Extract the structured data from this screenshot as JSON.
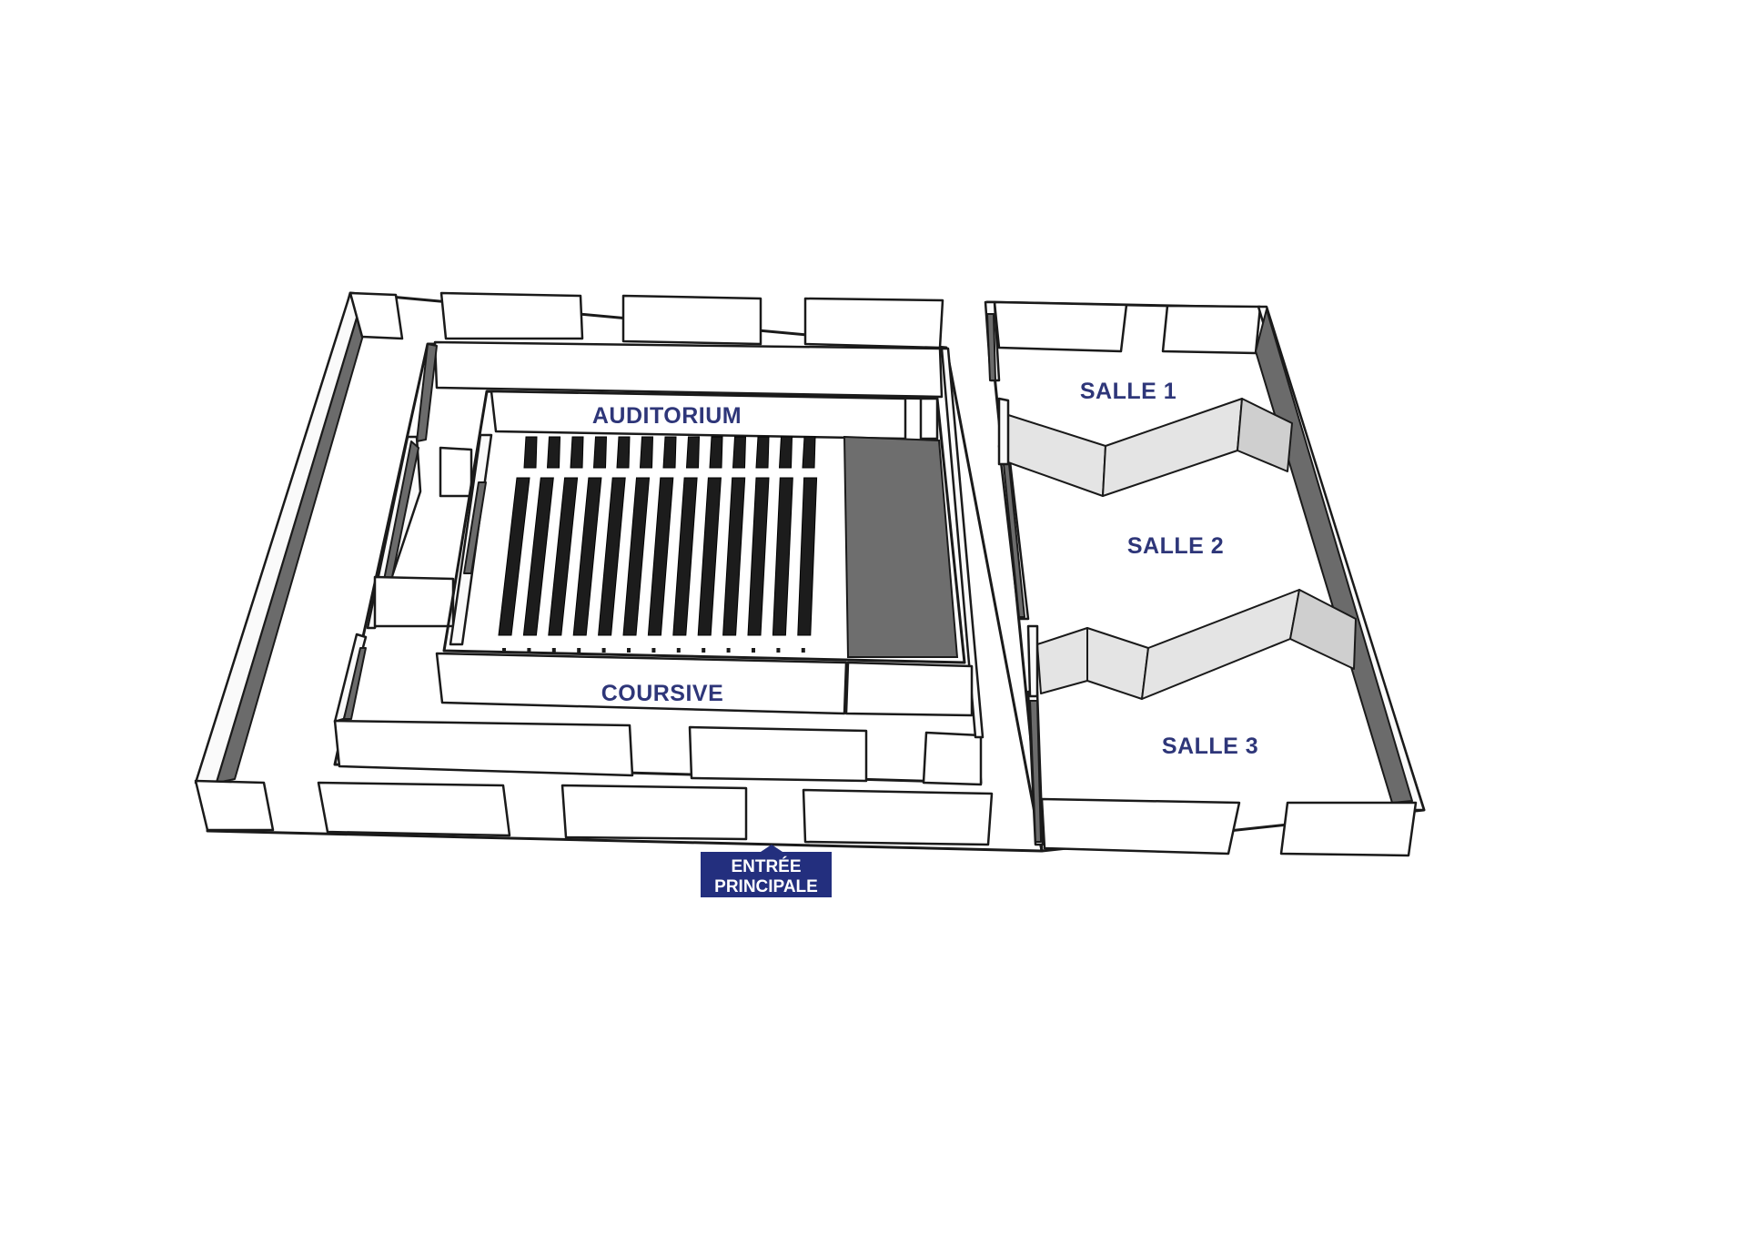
{
  "labels": {
    "auditorium": "AUDITORIUM",
    "coursive": "COURSIVE",
    "salle1": "SALLE 1",
    "salle2": "SALLE 2",
    "salle3": "SALLE 3"
  },
  "entrance": {
    "line1": "ENTRÉE",
    "line2": "PRINCIPALE"
  },
  "colors": {
    "label": "#2e3679",
    "entrance_bg": "#232f7e",
    "wall_shadow": "#6b6b6b",
    "stage": "#6e6e6e",
    "seats": "#1c1c1c"
  },
  "seating": {
    "front_row_seats": 13,
    "main_columns": 13
  }
}
